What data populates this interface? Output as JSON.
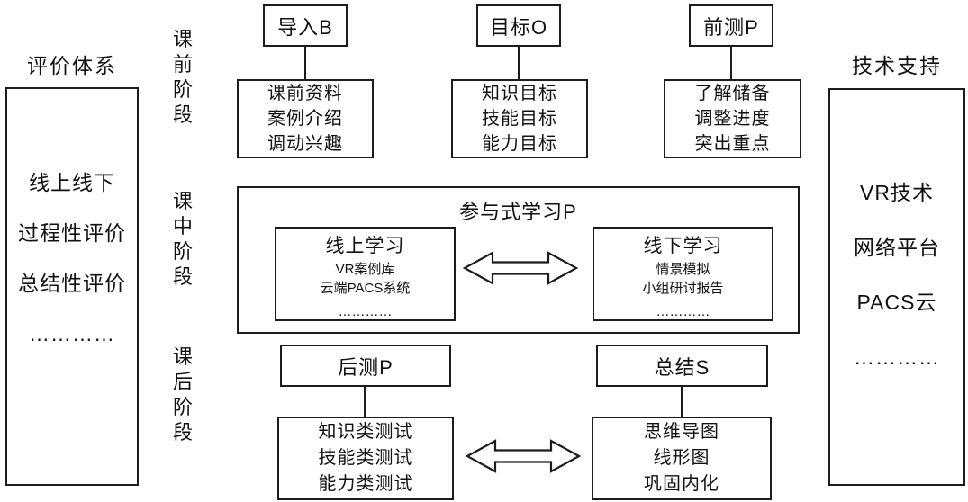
{
  "left_panel": {
    "title": "评价体系",
    "items": [
      "线上线下",
      "过程性评价",
      "总结性评价",
      "…………"
    ]
  },
  "stages": {
    "pre": "课前阶段",
    "mid": "课中阶段",
    "post": "课后阶段"
  },
  "pre_class": {
    "import": {
      "header": "导入B",
      "lines": [
        "课前资料",
        "案例介绍",
        "调动兴趣"
      ]
    },
    "objective": {
      "header": "目标O",
      "lines": [
        "知识目标",
        "技能目标",
        "能力目标"
      ]
    },
    "pretest": {
      "header": "前测P",
      "lines": [
        "了解储备",
        "调整进度",
        "突出重点"
      ]
    }
  },
  "in_class": {
    "title": "参与式学习P",
    "online": {
      "title": "线上学习",
      "lines": [
        "VR案例库",
        "云端PACS系统"
      ],
      "dots": "…………"
    },
    "offline": {
      "title": "线下学习",
      "lines": [
        "情景模拟",
        "小组研讨报告"
      ],
      "dots": "…………"
    }
  },
  "post_class": {
    "posttest": {
      "header": "后测P",
      "lines": [
        "知识类测试",
        "技能类测试",
        "能力类测试"
      ]
    },
    "summary": {
      "header": "总结S",
      "lines": [
        "思维导图",
        "线形图",
        "巩固内化"
      ]
    }
  },
  "right_panel": {
    "title": "技术支持",
    "items": [
      "VR技术",
      "网络平台",
      "PACS云",
      "…………"
    ]
  },
  "colors": {
    "border": "#1c1c1c",
    "text": "#111111",
    "background": "#ffffff"
  }
}
